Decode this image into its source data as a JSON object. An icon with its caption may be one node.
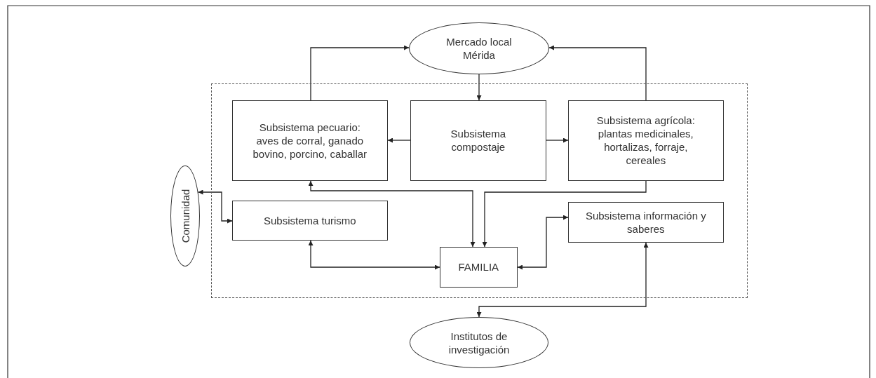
{
  "diagram": {
    "nodes": [
      {
        "text": [
          "Mercado local Mérida"
        ]
      },
      {
        "text": [],
        "shape": "box"
      },
      {
        "text": [
          "Subsistema pecuario: aves de corral, ganado bovino, porcino, caballar"
        ],
        "in": 1
      },
      {
        "text": [
          "Subsistema compostaje"
        ],
        "in": 1
      },
      {
        "text": [
          "Subsistema agrícola: plantas medicinales, hortalizas, forraje, cereales"
        ],
        "in": 1
      },
      {
        "text": [
          "Comunidad"
        ]
      },
      {
        "text": [
          "Subsistema turismo"
        ],
        "in": 1
      },
      {
        "text": [
          "Subsistema información y saberes"
        ],
        "in": 1
      },
      {
        "text": [
          "FAMILIA"
        ],
        "in": 1
      },
      {
        "text": [
          "Institutos de investigación"
        ]
      }
    ],
    "edges": [
      {
        "from": 2,
        "to": 0,
        "arrow": "to"
      },
      {
        "from": 4,
        "to": 0,
        "arrow": "to"
      },
      {
        "from": 0,
        "to": 3,
        "arrow": "to"
      },
      {
        "from": 3,
        "to": 2,
        "arrow": "to"
      },
      {
        "from": 3,
        "to": 4,
        "arrow": "to"
      },
      {
        "from": 2,
        "to": 8,
        "arrow": "both"
      },
      {
        "from": 4,
        "to": 8,
        "arrow": "to"
      },
      {
        "from": 5,
        "to": 6,
        "arrow": "both"
      },
      {
        "from": 6,
        "to": 8,
        "arrow": "both"
      },
      {
        "from": 8,
        "to": 7,
        "arrow": "both"
      },
      {
        "from": 7,
        "to": 9,
        "arrow": "both"
      }
    ]
  }
}
